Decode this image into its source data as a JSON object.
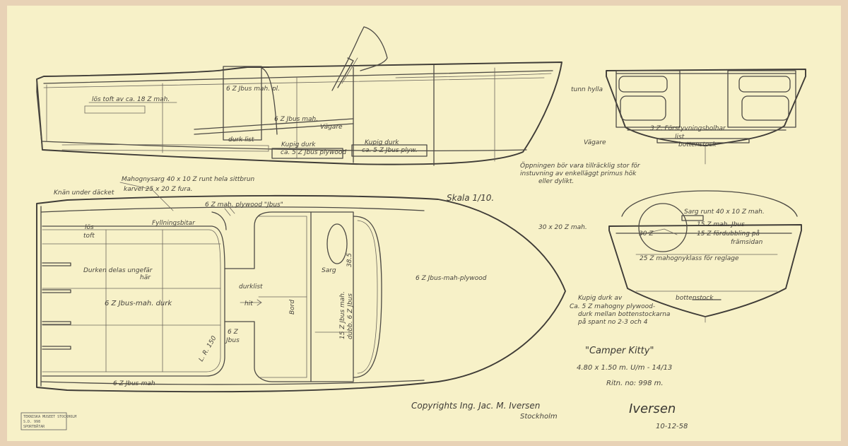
{
  "colors": {
    "paper": "#f7f1c8",
    "mount": "#e8d2b6",
    "ink": "#4d4a44"
  },
  "profile": {
    "los_toft": "lös toft av ca. 18 Z mah.",
    "plywood_mah_pl": "6 Z Jbus mah. pl.",
    "plywood_mah": "6 Z Jbus mah.",
    "vagare": "Vägare",
    "durk_list": "durk list",
    "kupig_durk_a_1": "Kupig durk",
    "kupig_durk_a_2": "ca. 5 Z Jbus plywood",
    "kupig_durk_b_1": "Kupig durk",
    "kupig_durk_b_2": "ca. 5 Z Jbus plyw."
  },
  "section_aft": {
    "tunn_hylla": "tunn hylla",
    "vagare": "Vägare",
    "forstyvning": "3 Z. Förstyvningsbolhar",
    "list": "list",
    "bottenstock": "bottenstock",
    "note_1": "Öppningen bör vara tillräcklig stor för",
    "note_2": "instuvning av enkelläggt primus hök",
    "note_3": "eller dylikt."
  },
  "plan": {
    "mahognysarg": "Mahognysarg 40 x 10 Z runt hela sittbrun",
    "karvel": "karvel 25 x 20 Z fura.",
    "knan": "Knän under däcket",
    "plywood_top": "6 Z mah. plywood \"Jbus\"",
    "fyllningsbitar": "Fyllningsbitar",
    "los_toft_1": "lös",
    "los_toft_2": "toft",
    "durken_delas_1": "Durken delas ungefär",
    "durken_delas_2": "här",
    "dork": "6 Z Jbus-mah. durk",
    "durklist": "durklist",
    "hit": "hit",
    "bord": "Bord",
    "jbus_1": "6 Z",
    "jbus_2": "Jbus",
    "sarg": "Sarg",
    "jbus_mah_1": "15 Z Jbus mah.",
    "jbus_mah_2": "dubb. 6 Z Jbus",
    "dim_small": "38.5",
    "radius": "L. R. 150",
    "plywood_fore": "6 Z Jbus-mah-plywood",
    "jbus_mah": "6 Z Jbus-mah"
  },
  "scale": "Skala 1/10.",
  "section_fore": {
    "sarg_runt": "Sarg runt 40 x 10 Z mah.",
    "mah_20": "30 x 20 Z mah.",
    "jbus_15": "15 Z mah. Jbus",
    "fardubbling_1": "15 Z fördubbling på",
    "fardubbling_2": "främsidan",
    "dim_30": "30 Z",
    "mahognyklass": "25 Z mahognyklass för reglage",
    "bottenstock": "bottenstock",
    "kupig_1": "Kupig durk av",
    "kupig_2": "Ca. 5 Z mahogny plywood-",
    "kupig_3": "durk mellan bottenstockarna",
    "kupig_4": "på spant no 2-3 och 4"
  },
  "title_block": {
    "name": "\"Camper Kitty\"",
    "dims": "4.80 x 1.50 m. U/m - 14/13",
    "drawing_no": "Ritn. no: 998 m.",
    "copyright": "Copyrights Ing. Jac. M. Iversen",
    "city": "Stockholm",
    "signature": "Iversen",
    "date": "10-12-58"
  },
  "stamp": {
    "line1": "TEKNISKA MUSEET STOCKHOLM",
    "line2": "S.D. 998",
    "line3": "SPORTBÅTAR"
  }
}
